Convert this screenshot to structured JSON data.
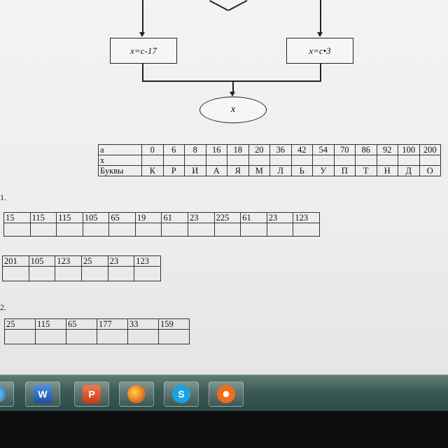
{
  "flowchart": {
    "left_box": "x=c-17",
    "right_box": "x=c•3",
    "output": "x"
  },
  "lookup_table": {
    "rows": [
      {
        "label": "a",
        "cells": [
          "0",
          "6",
          "8",
          "16",
          "18",
          "20",
          "36",
          "42",
          "54",
          "70",
          "86",
          "92",
          "100",
          "200"
        ]
      },
      {
        "label": "x",
        "cells": [
          "",
          "",
          "",
          "",
          "",
          "",
          "",
          "",
          "",
          "",
          "",
          "",
          "",
          ""
        ]
      },
      {
        "label": "Буквы",
        "cells": [
          "К",
          "Р",
          "И",
          "А",
          "Я",
          "М",
          "Л",
          "Ь",
          "У",
          "П",
          "Т",
          "Н",
          "Д",
          "О"
        ]
      }
    ]
  },
  "task1": {
    "number": "1.",
    "table1": [
      "15",
      "115",
      "115",
      "105",
      "65",
      "19",
      "61",
      "23",
      "225",
      "61",
      "23",
      "123"
    ],
    "table2": [
      "201",
      "105",
      "123",
      "25",
      "23",
      "123"
    ]
  },
  "task2": {
    "number": "2.",
    "table": [
      "25",
      "115",
      "65",
      "177",
      "33",
      "159"
    ]
  },
  "taskbar": {
    "icons": [
      "start-orb-icon",
      "word-icon",
      "powerpoint-icon",
      "firefox-icon",
      "skype-icon",
      "origin-icon"
    ]
  }
}
